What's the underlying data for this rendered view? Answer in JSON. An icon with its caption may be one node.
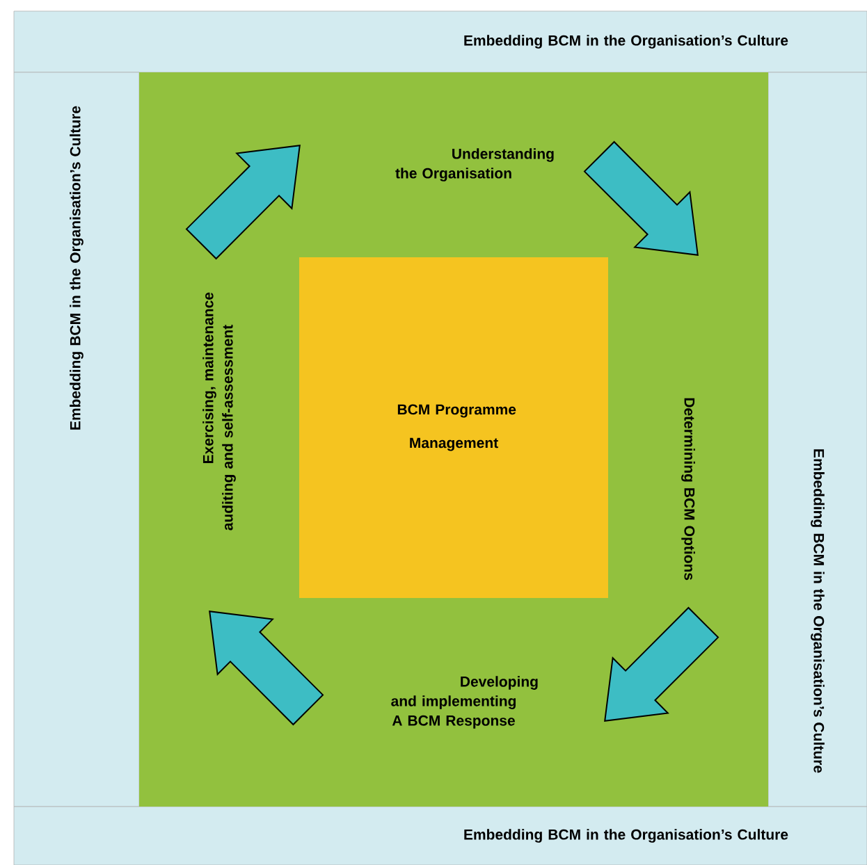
{
  "diagram": {
    "nodes": [
      {
        "text": [
          "Embedding BCM in the Organisation’s Culture"
        ]
      },
      {
        "text": [
          "Embedding BCM in the Organisation’s Culture"
        ]
      },
      {
        "text": [
          "Embedding BCM in the Organisation’s Culture"
        ]
      },
      {
        "text": [
          "Embedding BCM in the Organisation’s Culture"
        ]
      },
      {
        "text": [
          "Understanding the Organisation"
        ]
      },
      {
        "text": [
          "Determining BCM Options"
        ]
      },
      {
        "text": [
          "Developing and implementing A BCM Response"
        ]
      },
      {
        "text": [
          "Exercising, maintenance auditing and self-assessment"
        ]
      },
      {
        "text": [
          "BCM Programme Management"
        ]
      }
    ],
    "edges": [
      {
        "from": 7,
        "to": 4,
        "arrow": "to"
      },
      {
        "from": 4,
        "to": 5,
        "arrow": "to"
      },
      {
        "from": 5,
        "to": 6,
        "arrow": "to"
      },
      {
        "from": 6,
        "to": 7,
        "arrow": "to"
      }
    ]
  }
}
